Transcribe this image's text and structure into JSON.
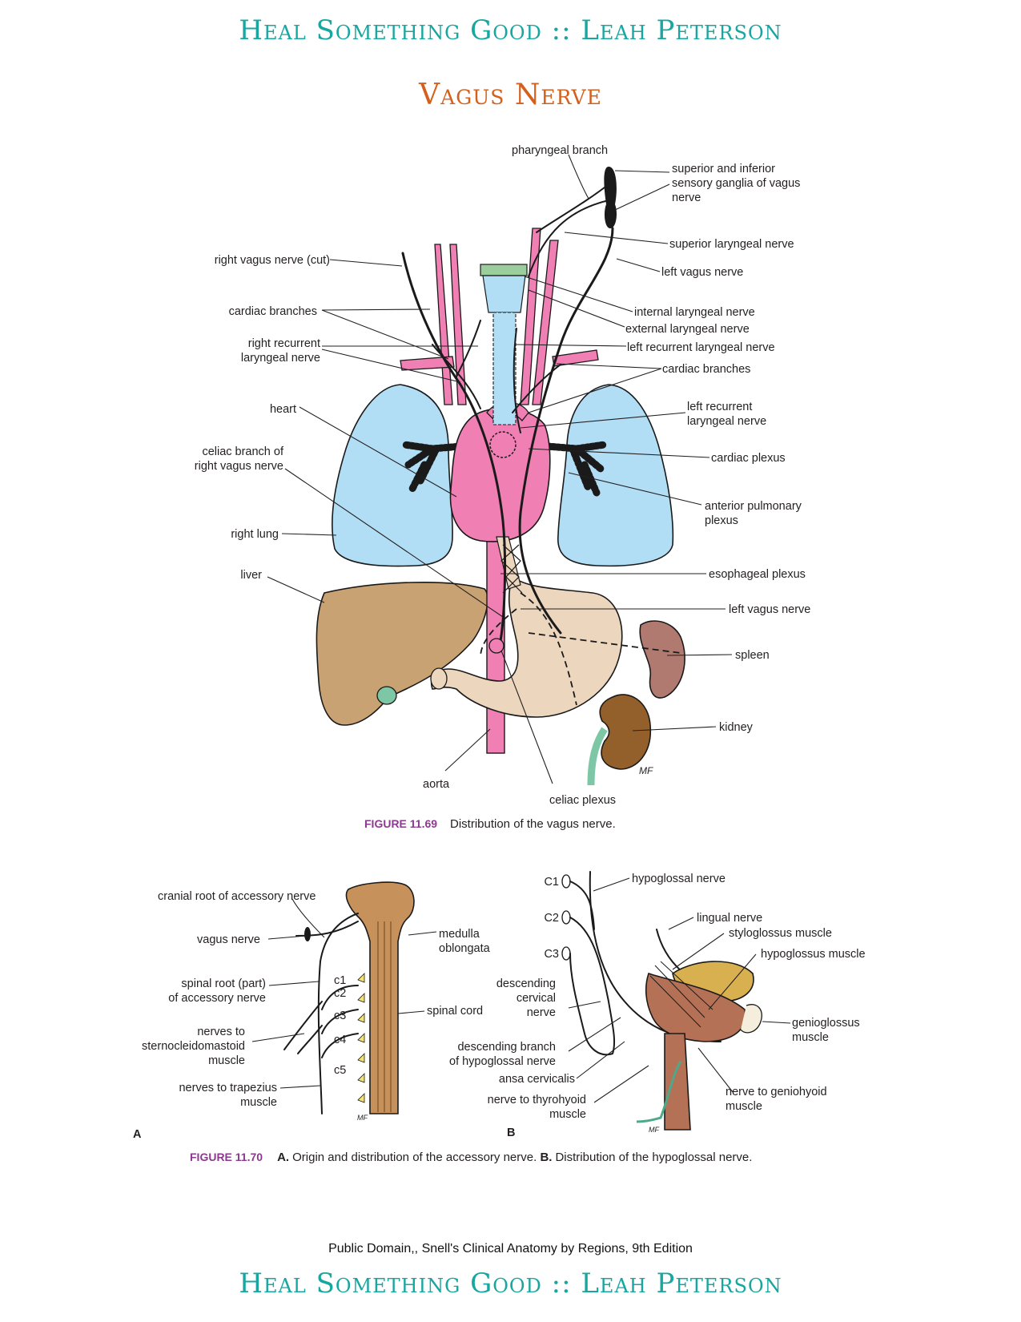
{
  "header": {
    "top": "Heal Something Good :: Leah Peterson",
    "bottom": "Heal Something Good :: Leah Peterson"
  },
  "title": "Vagus Nerve",
  "credit": "Public Domain,, Snell's Clinical Anatomy by Regions, 9th Edition",
  "figure1": {
    "number": "FIGURE 11.69",
    "caption": "Distribution of the vagus nerve.",
    "labels": {
      "pharyngeal_branch": "pharyngeal branch",
      "ganglia_1": "superior and inferior",
      "ganglia_2": "sensory ganglia of vagus",
      "ganglia_3": "nerve",
      "superior_laryngeal": "superior laryngeal nerve",
      "left_vagus_top": "left vagus nerve",
      "right_vagus_cut": "right vagus nerve (cut)",
      "cardiac_branches_left": "cardiac branches",
      "internal_laryngeal": "internal laryngeal nerve",
      "external_laryngeal": "external laryngeal nerve",
      "right_recurrent_1": "right recurrent",
      "right_recurrent_2": "laryngeal nerve",
      "left_recurrent_laryngeal": "left recurrent laryngeal nerve",
      "cardiac_branches_right": "cardiac branches",
      "heart": "heart",
      "left_recurrent_1": "left recurrent",
      "left_recurrent_2": "laryngeal nerve",
      "celiac_branch_1": "celiac branch of",
      "celiac_branch_2": "right vagus nerve",
      "cardiac_plexus": "cardiac plexus",
      "anterior_pulmonary_1": "anterior pulmonary",
      "anterior_pulmonary_2": "plexus",
      "right_lung": "right lung",
      "liver": "liver",
      "esophageal_plexus": "esophageal plexus",
      "left_vagus_bottom": "left vagus nerve",
      "spleen": "spleen",
      "kidney": "kidney",
      "aorta": "aorta",
      "celiac_plexus": "celiac plexus",
      "signature": "MF"
    }
  },
  "figure2": {
    "number": "FIGURE 11.70",
    "caption_a_letter": "A.",
    "caption_a": " Origin and distribution of the accessory nerve. ",
    "caption_b_letter": "B.",
    "caption_b": " Distribution of the hypoglossal nerve.",
    "panel_a": {
      "letter": "A",
      "labels": {
        "cranial_root": "cranial root of accessory nerve",
        "vagus": "vagus nerve",
        "medulla_1": "medulla",
        "medulla_2": "oblongata",
        "spinal_root_1": "spinal root (part)",
        "spinal_root_2": "of accessory nerve",
        "spinal_cord": "spinal cord",
        "scm_1": "nerves to",
        "scm_2": "sternocleidomastoid",
        "scm_3": "muscle",
        "trapezius_1": "nerves to trapezius",
        "trapezius_2": "muscle",
        "c1": "c1",
        "c2": "c2",
        "c3": "c3",
        "c4": "c4",
        "c5": "c5",
        "signature": "MF"
      }
    },
    "panel_b": {
      "letter": "B",
      "labels": {
        "C1": "C1",
        "C2": "C2",
        "C3": "C3",
        "hypoglossal": "hypoglossal nerve",
        "lingual": "lingual nerve",
        "styloglossus": "styloglossus muscle",
        "hypoglossus": "hypoglossus muscle",
        "desc_cervical_1": "descending",
        "desc_cervical_2": "cervical",
        "desc_cervical_3": "nerve",
        "genioglossus_1": "genioglossus",
        "genioglossus_2": "muscle",
        "desc_hypo_1": "descending branch",
        "desc_hypo_2": "of hypoglossal nerve",
        "ansa": "ansa cervicalis",
        "thyrohyoid_1": "nerve to thyrohyoid",
        "thyrohyoid_2": "muscle",
        "geniohyoid_1": "nerve to geniohyoid",
        "geniohyoid_2": "muscle",
        "signature": "MF"
      }
    }
  },
  "colors": {
    "header": "#17a6a0",
    "title": "#d4601b",
    "figure_number": "#8b3a8f",
    "vessels": "#f07fb4",
    "lungs": "#b1def5",
    "liver": "#c9a273",
    "stomach": "#ecd6bd",
    "spleen": "#b07a70",
    "kidney": "#93602c",
    "brainstem": "#c6915a"
  }
}
